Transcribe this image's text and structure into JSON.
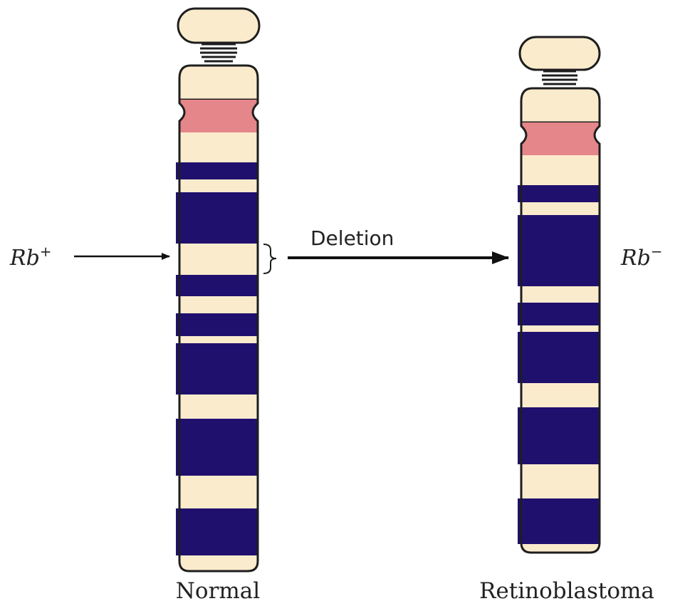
{
  "labels": {
    "rb_left": "Rb",
    "rb_left_sup": "+",
    "rb_right": "Rb",
    "rb_right_sup": "−",
    "deletion": "Deletion",
    "normal": "Normal",
    "retinoblastoma": "Retinoblastoma"
  },
  "colors": {
    "light_band": "#fbebcd",
    "dark_band": "#20106e",
    "centromere": "#e5868a",
    "outline": "#1e1e1e",
    "arrow": "#111111"
  }
}
